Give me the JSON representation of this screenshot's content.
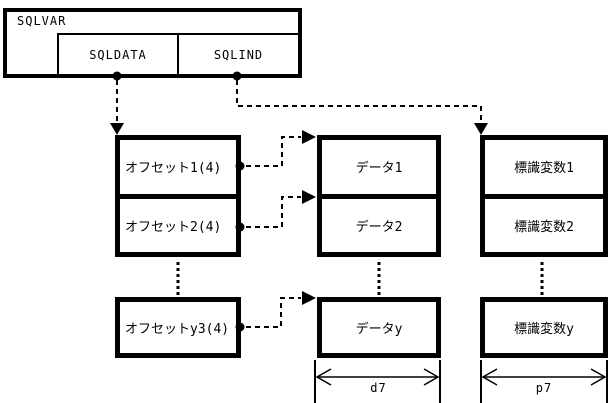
{
  "sqlvar": {
    "label": "SQLVAR",
    "fields": [
      {
        "label": "SQLDATA"
      },
      {
        "label": "SQLIND"
      }
    ]
  },
  "offset_column": {
    "items": [
      "オフセット1(4)",
      "オフセット2(4)"
    ],
    "last_item": "オフセットy3(4)"
  },
  "data_column": {
    "items": [
      "データ1",
      "データ2"
    ],
    "last_item": "データy",
    "width_label": "d7"
  },
  "indicator_column": {
    "items": [
      "標識変数1",
      "標識変数2"
    ],
    "last_item": "標識変数y",
    "width_label": "p7"
  },
  "colors": {
    "line": "#000000",
    "background": "#ffffff"
  }
}
